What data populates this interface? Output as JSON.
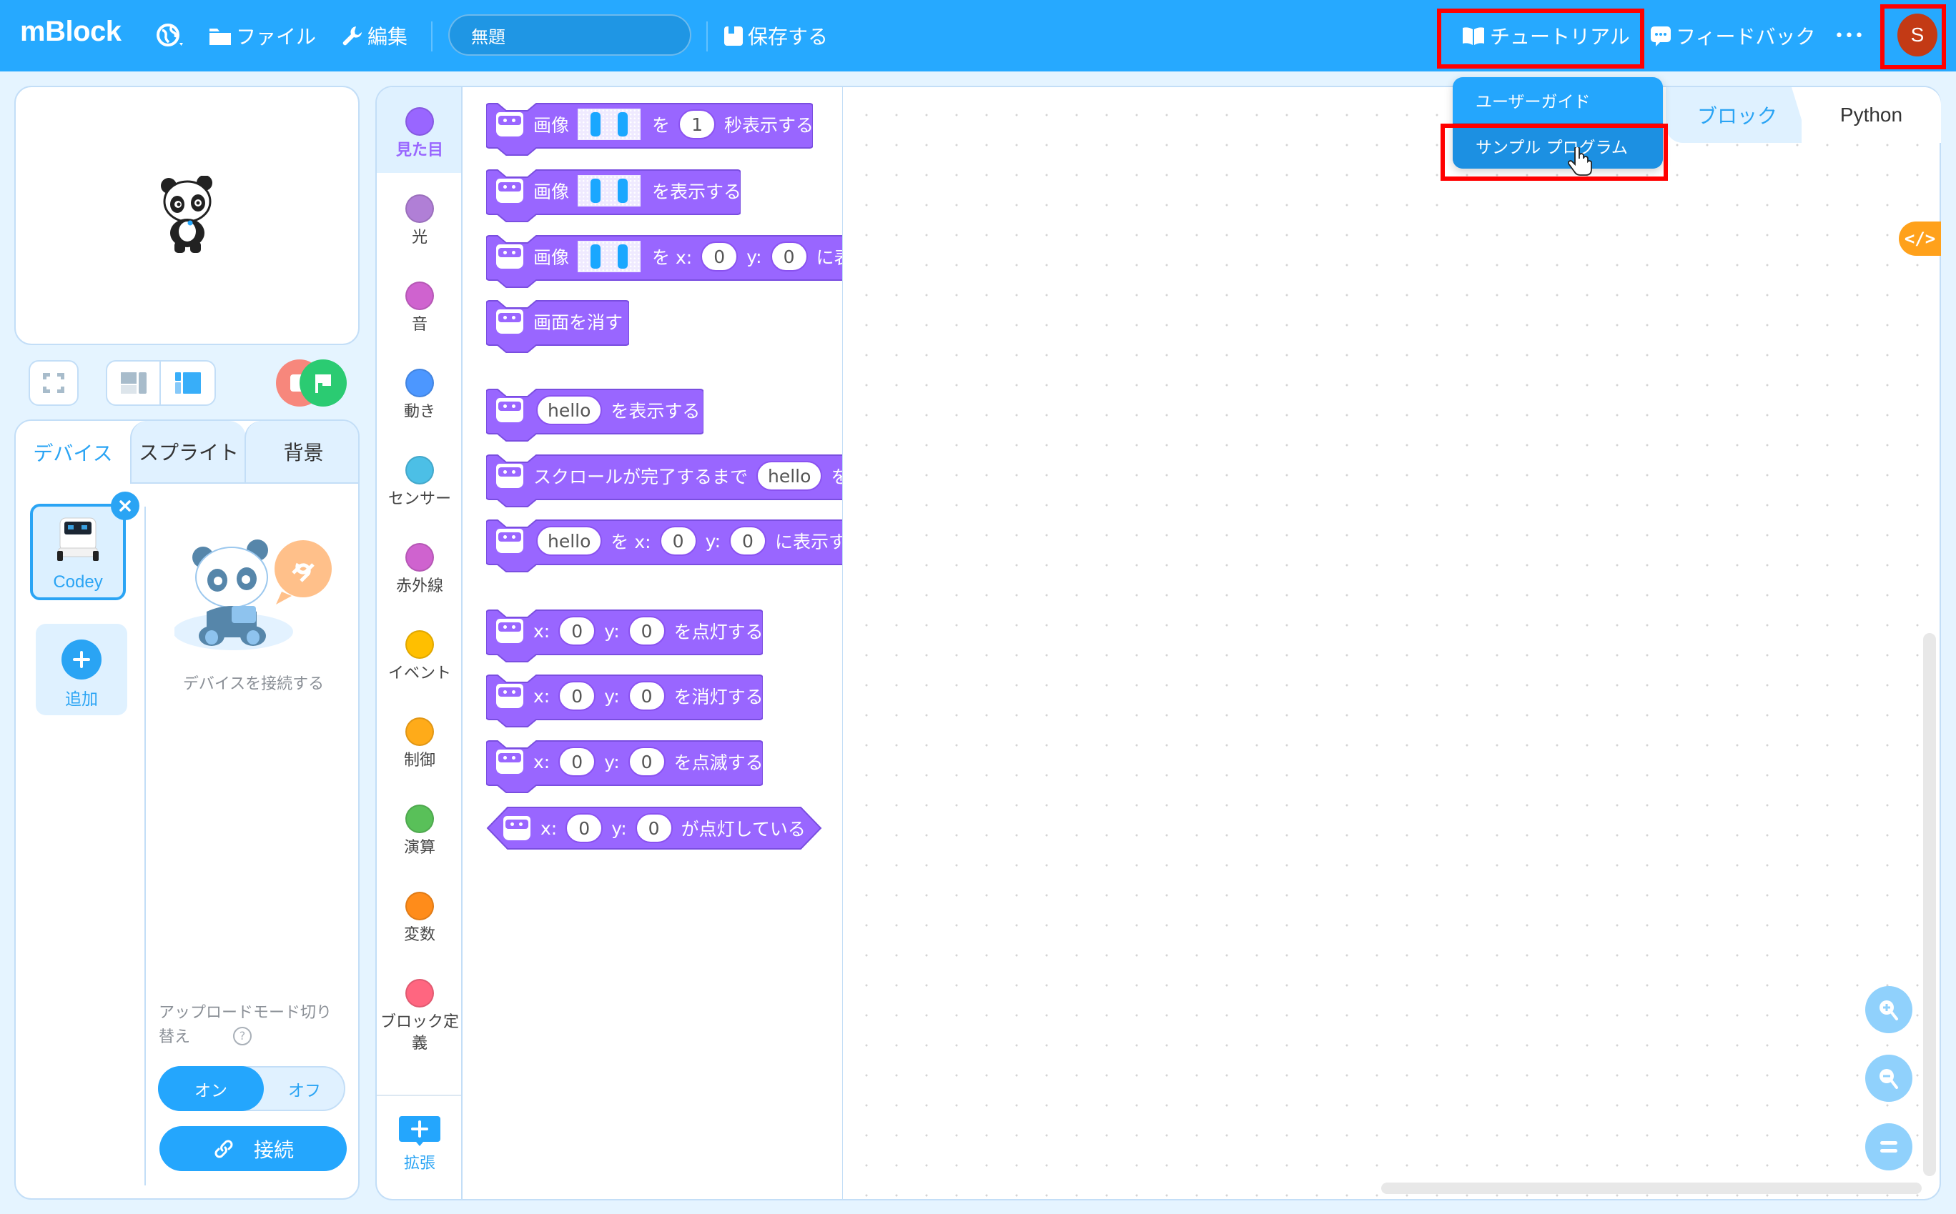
{
  "header": {
    "app_name": "mBlock",
    "menu": {
      "language_icon": "globe-icon",
      "file_label": "ファイル",
      "edit_label": "編集",
      "project_title_value": "無題",
      "save_label": "保存する",
      "tutorial_label": "チュートリアル",
      "feedback_label": "フィードバック",
      "more_label": "•••",
      "avatar_initial": "S"
    }
  },
  "tutorial_dropdown": {
    "items": [
      {
        "label": "ユーザーガイド",
        "highlighted": false
      },
      {
        "label": "サンプル プログラム",
        "highlighted": true
      }
    ]
  },
  "stage": {
    "sprite": "panda",
    "controls": {
      "fullscreen_icon": "fullscreen-icon",
      "layout_small_icon": "layout-small-stage-icon",
      "layout_large_icon": "layout-large-stage-icon",
      "stop_color": "#f7877c",
      "go_color": "#2bcb72"
    }
  },
  "left_panel": {
    "tabs": [
      {
        "label": "デバイス",
        "active": true
      },
      {
        "label": "スプライト",
        "active": false
      },
      {
        "label": "背景",
        "active": false
      }
    ],
    "devices": [
      {
        "name": "Codey",
        "selected": true
      }
    ],
    "add_label": "追加",
    "connect_hint": "デバイスを接続する",
    "upload_mode": {
      "label": "アップロードモード切り替え",
      "on_label": "オン",
      "off_label": "オフ",
      "selected": "オン"
    },
    "connect_button": "接続"
  },
  "categories": [
    {
      "label": "見た目",
      "color": "#9966ff",
      "active": true
    },
    {
      "label": "光",
      "color": "#b07fd6",
      "active": false
    },
    {
      "label": "音",
      "color": "#cf63cf",
      "active": false
    },
    {
      "label": "動き",
      "color": "#4c97ff",
      "active": false
    },
    {
      "label": "センサー",
      "color": "#4cbfe6",
      "active": false
    },
    {
      "label": "赤外線",
      "color": "#cf63cf",
      "active": false
    },
    {
      "label": "イベント",
      "color": "#ffbf00",
      "active": false
    },
    {
      "label": "制御",
      "color": "#ffab19",
      "active": false
    },
    {
      "label": "演算",
      "color": "#59c059",
      "active": false
    },
    {
      "label": "変数",
      "color": "#ff8c1a",
      "active": false
    },
    {
      "label": "ブロック定義",
      "color": "#ff6680",
      "active": false
    }
  ],
  "extension": {
    "label": "拡張"
  },
  "blocks": {
    "b1": {
      "t1": "画像",
      "t2": "を",
      "v1": "1",
      "t3": "秒表示する"
    },
    "b2": {
      "t1": "画像",
      "t2": "を表示する"
    },
    "b3": {
      "t1": "画像",
      "t2": "を x:",
      "v1": "0",
      "t3": "y:",
      "v2": "0",
      "t4": "に表示する"
    },
    "b4": {
      "t1": "画面を消す"
    },
    "b5": {
      "v1": "hello",
      "t1": "を表示する"
    },
    "b6": {
      "t1": "スクロールが完了するまで",
      "v1": "hello",
      "t2": "を表示する"
    },
    "b7": {
      "v1": "hello",
      "t1": "を x:",
      "v2": "0",
      "t2": "y:",
      "v3": "0",
      "t3": "に表示する"
    },
    "b8": {
      "t1": "x:",
      "v1": "0",
      "t2": "y:",
      "v2": "0",
      "t3": "を点灯する"
    },
    "b9": {
      "t1": "x:",
      "v1": "0",
      "t2": "y:",
      "v2": "0",
      "t3": "を消灯する"
    },
    "b10": {
      "t1": "x:",
      "v1": "0",
      "t2": "y:",
      "v2": "0",
      "t3": "を点滅する"
    },
    "b11": {
      "t1": "x:",
      "v1": "0",
      "t2": "y:",
      "v2": "0",
      "t3": "が点灯している"
    }
  },
  "workspace": {
    "mode_tabs": [
      {
        "label": "ブロック",
        "active": true
      },
      {
        "label": "Python",
        "active": false
      }
    ],
    "code_toggle_label": "</>",
    "zoom_controls": [
      "zoom-in",
      "zoom-out",
      "zoom-reset"
    ]
  },
  "colors": {
    "header": "#26a9ff",
    "accent": "#24a6fd",
    "block_looks": "#9966ff",
    "annotation": "#ff0000"
  }
}
